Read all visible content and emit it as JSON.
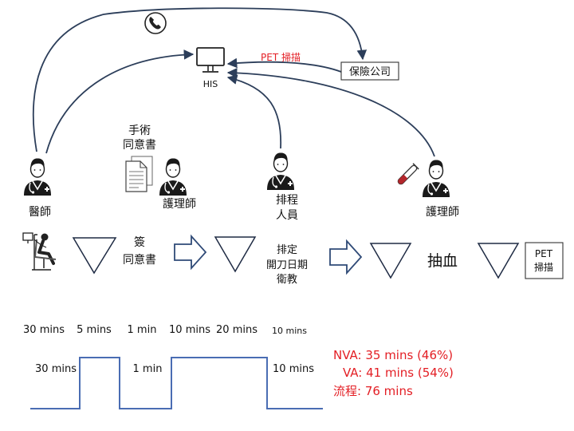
{
  "diagram": {
    "top": {
      "his_label": "HIS",
      "pet_scan_request": "PET 掃描",
      "insurance_company": "保險公司",
      "surgery_consent_doc": [
        "手術",
        "同意書"
      ]
    },
    "roles": {
      "doctor": "醫師",
      "nurse_1": "護理師",
      "scheduler": [
        "排程",
        "人員"
      ],
      "nurse_2": "護理師"
    },
    "process": {
      "sign_consent": [
        "簽",
        "同意書"
      ],
      "schedule_surgery": [
        "排定",
        "開刀日期",
        "衛教"
      ],
      "blood_draw": "抽血",
      "pet_scan": [
        "PET",
        "掃描"
      ]
    },
    "step_times": [
      "30 mins",
      "5 mins",
      "1 min",
      "10 mins",
      "20 mins",
      "10 mins"
    ],
    "timeline": {
      "va_segments": [
        "30 mins",
        "1 min",
        "10 mins"
      ]
    },
    "summary": {
      "nva": "NVA: 35 mins (46%)",
      "va": "VA: 41 mins (54%)",
      "lead_time": "流程: 76 mins"
    }
  },
  "icons": [
    "phone-icon",
    "computer-icon",
    "doctor-icon",
    "nurse-icon",
    "scheduler-icon",
    "document-icon",
    "test-tube-icon",
    "patient-chair-icon",
    "inventory-triangle-icon",
    "push-arrow-icon"
  ],
  "colors": {
    "accent_red": "#e31e24",
    "connector_line": "#2c3e5a",
    "timeline": "#4a6db3"
  }
}
